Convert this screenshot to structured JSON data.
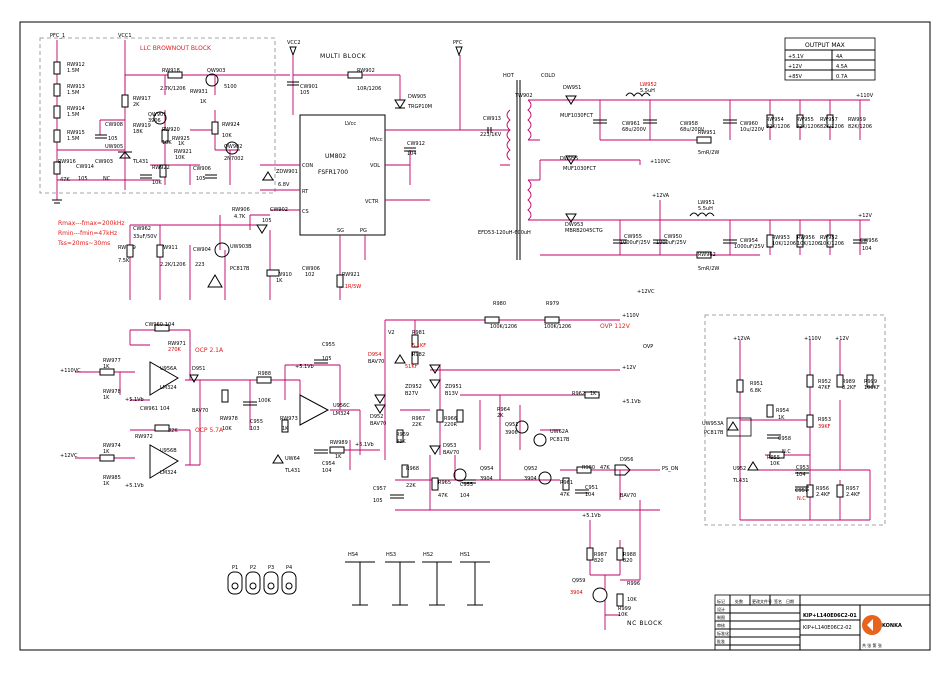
{
  "blocks": {
    "llc_brownout": "LLC BROWNOUT BLOCK",
    "multi": "MULTI BLOCK",
    "nc": "NC BLOCK",
    "hot": "HOT",
    "cold": "COLD",
    "ovp": "OVP",
    "ovp_note": "OVP 112V"
  },
  "notes": {
    "rmax": "Rmax---fmax=200kHz",
    "rmin": "Rmin---fmin=47kHz",
    "tss": "Tss=20ms~30ms",
    "ocp1": "OCP 2.1A",
    "ocp2": "OCP 5.7A"
  },
  "output_table": {
    "title": "OUTPUT MAX",
    "rows": [
      [
        "+5.1V",
        "4A"
      ],
      [
        "+12V",
        "4.5A"
      ],
      [
        "+85V",
        "0.7A"
      ]
    ]
  },
  "rails": {
    "pfc1": "PFC_1",
    "vcc1": "VCC1",
    "vcc2": "VCC2",
    "pfc": "PFC",
    "v110": "+110V",
    "v12": "+12V",
    "v12va": "+12VA",
    "v110c": "+110VC",
    "v12c": "+12VC",
    "v51vb": "+5.1Vb",
    "v2": "V2",
    "ps_on": "PS_ON"
  },
  "ic": {
    "um802": "UM802",
    "fsfr": "FSFR1700",
    "pins": [
      "CON",
      "RT",
      "CS",
      "LVcc",
      "HVcc",
      "VOL",
      "VCTR",
      "SG",
      "PG"
    ]
  },
  "labels": {
    "left_res": [
      "RW912",
      "1.5M",
      "RW913",
      "1.5M",
      "RW914",
      "1.5M",
      "RW915",
      "1.5M",
      "RW916",
      "47K"
    ],
    "bo_parts": [
      "RW917",
      "2K",
      "RW918",
      "2.7K/1206",
      "QW903",
      "5100",
      "RW931",
      "1K",
      "QW901",
      "3906",
      "RW919",
      "18K",
      "RW920",
      "10K",
      "CW908",
      "105",
      "UW905",
      "TL431",
      "CW903",
      "NC",
      "RW921",
      "10K",
      "RW922",
      "10K",
      "CW914",
      "105",
      "RW924",
      "10K",
      "QW902",
      "2N7002",
      "CW906",
      "105",
      "RW925",
      "1K"
    ],
    "mid_parts": [
      "CW901",
      "105",
      "RW902",
      "10R/1206",
      "DW905",
      "TRGP10M",
      "CW912",
      "104",
      "CW913",
      "223/1KV",
      "TW902",
      "EFD53-120uH-600uH",
      "ZDW901",
      "6.8V",
      "CW902",
      "105",
      "RW906",
      "4.7K",
      "CW962",
      "33uF/50V",
      "RW909",
      "7.5K",
      "RW911",
      "2.2K/1206",
      "CW904",
      "223",
      "UW903B",
      "PC817B",
      "RW910",
      "1K",
      "CW906",
      "102",
      "RW921",
      "0.1R/5W"
    ],
    "out_parts": [
      "DW951",
      "MUF1030FCT",
      "LW952",
      "5.5uH",
      "CW961",
      "68u/200V",
      "CW958",
      "68u/200V",
      "CW960",
      "10u/220V",
      "RW954",
      "82K/1206",
      "RW955",
      "82K/1206",
      "RW957",
      "82K/1206",
      "RW959",
      "82K/1206",
      "RW951",
      "5mR/2W",
      "DW955",
      "MUF1030FCT",
      "DW953",
      "MBRB2045CTG",
      "LW951",
      "5.5uH",
      "CW955",
      "1000uF/25V",
      "CW950",
      "1000uF/25V",
      "CW954",
      "1000uF/25V",
      "RW953",
      "10K/1206",
      "RW956",
      "10K/1206",
      "RW952",
      "10K/1206",
      "CW956",
      "104",
      "RW962",
      "5mR/2W"
    ],
    "ocp_parts": [
      "CW960",
      "104",
      "RW971",
      "270K",
      "U956A",
      "LM324",
      "RW977",
      "1K",
      "RW978",
      "1K",
      "CW961",
      "104",
      "RW972",
      "82K",
      "U956B",
      "LM324",
      "RW974",
      "1K",
      "RW985",
      "1K",
      "D951",
      "BAV70",
      "R988",
      "100K",
      "C955",
      "103",
      "RW978",
      "10K",
      "RW973",
      "1K",
      "UW64",
      "TL431",
      "U956C",
      "LM324",
      "C955",
      "105",
      "C954",
      "104",
      "RW989",
      "1K",
      "D952",
      "BAV70"
    ],
    "ovp_parts": [
      "R980",
      "100K/1206",
      "R979",
      "100K/1206",
      "R981",
      "5.1KF",
      "R982",
      "51KF",
      "D954",
      "BAV70",
      "ZD952",
      "B27V",
      "ZD951",
      "B13V",
      "R967",
      "22K",
      "R966",
      "220R",
      "R964",
      "2K",
      "Q951",
      "3906",
      "UW62A",
      "PC817B",
      "D953",
      "BAV70",
      "R962",
      "1K",
      "R969",
      "33K",
      "R968",
      "22K",
      "R965",
      "47K",
      "C955",
      "104",
      "Q954",
      "3904",
      "Q952",
      "3904",
      "R961",
      "47K",
      "C951",
      "104",
      "R960",
      "47K",
      "D956",
      "BAV70",
      "C957",
      "105"
    ],
    "nc_parts": [
      "R987",
      "820",
      "R988",
      "820",
      "Q959",
      "3904",
      "R996",
      "10K",
      "R999",
      "10K"
    ],
    "right_parts": [
      "R951",
      "6.8K",
      "R952",
      "47KF",
      "R989",
      "8.2KF",
      "R999",
      "100KF",
      "UW953A",
      "PC817B",
      "R954",
      "1K",
      "C958",
      "N.C",
      "R955",
      "10K",
      "C953",
      "104",
      "R953",
      "39KF",
      "U952",
      "TL431",
      "C957",
      "N.C",
      "R956",
      "2.4KF",
      "R957",
      "2.4KF"
    ],
    "pads": [
      "P1",
      "P2",
      "P3",
      "P4"
    ],
    "heatsinks": [
      "HS4",
      "HS3",
      "HS2",
      "HS1"
    ]
  },
  "title_block": {
    "drawing_no": "KIP+L140E06C2-01",
    "drawing_no2": "KIP+L140E06C2-02",
    "brand": "KONKA",
    "cols": [
      "标记",
      "处数",
      "更改文件号",
      "签名",
      "日期"
    ],
    "rows": [
      "设计",
      "制图",
      "审核",
      "标准化",
      "批准"
    ],
    "sheet": "共 张 第 张"
  },
  "colors": {
    "wire": "#c0006a",
    "note": "#e02020",
    "brand": "#e8641e"
  }
}
